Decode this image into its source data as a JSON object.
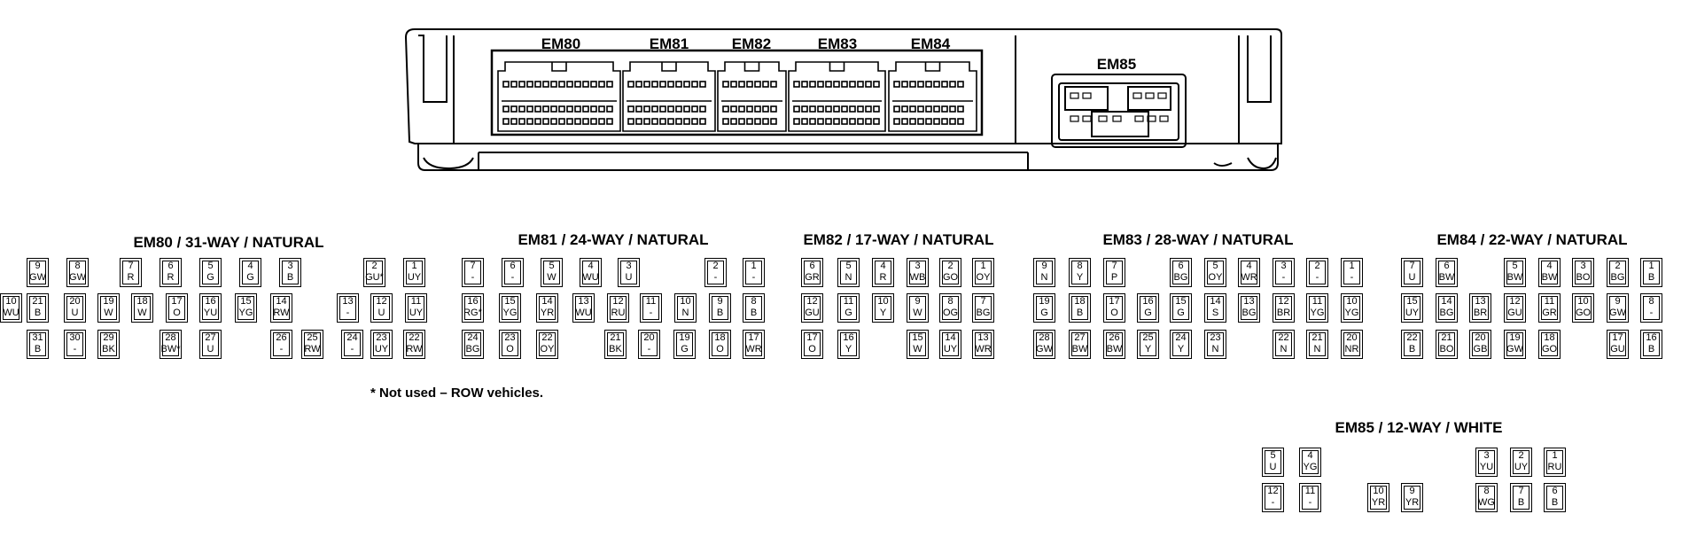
{
  "module_labels": [
    "EM80",
    "EM81",
    "EM82",
    "EM83",
    "EM84",
    "EM85"
  ],
  "footnote": "* Not used – ROW vehicles.",
  "connectors": [
    {
      "id": "em80",
      "title": "EM80 / 31-WAY / NATURAL",
      "rows": [
        [
          [
            "9",
            "GW"
          ],
          [
            "8",
            "GW"
          ],
          [
            "7",
            "R"
          ],
          [
            "6",
            "R"
          ],
          [
            "5",
            "G"
          ],
          [
            "4",
            "G"
          ],
          [
            "3",
            "B"
          ],
          [
            "2",
            "GU*"
          ],
          [
            "1",
            "UY"
          ]
        ],
        [
          [
            "21",
            "B"
          ],
          [
            "20",
            "U"
          ],
          [
            "19",
            "W"
          ],
          [
            "18",
            "W"
          ],
          [
            "17",
            "O"
          ],
          [
            "16",
            "YU"
          ],
          [
            "15",
            "YG"
          ],
          [
            "14",
            "RW"
          ],
          [
            "13",
            "-"
          ],
          [
            "12",
            "U"
          ],
          [
            "11",
            "UY"
          ],
          [
            "10",
            "WU"
          ]
        ],
        [
          [
            "31",
            "B"
          ],
          [
            "30",
            "-"
          ],
          [
            "29",
            "BK"
          ],
          [
            "28",
            "BW*"
          ],
          [
            "27",
            "U"
          ],
          [
            "26",
            "-"
          ],
          [
            "25",
            "RW"
          ],
          [
            "24",
            "-"
          ],
          [
            "23",
            "UY"
          ],
          [
            "22",
            "RW"
          ]
        ]
      ]
    },
    {
      "id": "em81",
      "title": "EM81 / 24-WAY / NATURAL",
      "rows": [
        [
          [
            "7",
            "-"
          ],
          [
            "6",
            "-"
          ],
          [
            "5",
            "W"
          ],
          [
            "4",
            "WU"
          ],
          [
            "3",
            "U"
          ],
          [
            "2",
            "-"
          ],
          [
            "1",
            "-"
          ]
        ],
        [
          [
            "16",
            "RG*"
          ],
          [
            "15",
            "YG"
          ],
          [
            "14",
            "YR"
          ],
          [
            "13",
            "WU"
          ],
          [
            "12",
            "RU"
          ],
          [
            "11",
            "-"
          ],
          [
            "10",
            "N"
          ],
          [
            "9",
            "B"
          ],
          [
            "8",
            "B"
          ]
        ],
        [
          [
            "24",
            "BG"
          ],
          [
            "23",
            "O"
          ],
          [
            "22",
            "OY"
          ],
          [
            "21",
            "BK"
          ],
          [
            "20",
            "-"
          ],
          [
            "19",
            "G"
          ],
          [
            "18",
            "O"
          ],
          [
            "17",
            "WR"
          ]
        ]
      ]
    },
    {
      "id": "em82",
      "title": "EM82 / 17-WAY / NATURAL",
      "rows": [
        [
          [
            "6",
            "GR"
          ],
          [
            "5",
            "N"
          ],
          [
            "4",
            "R"
          ],
          [
            "3",
            "WB"
          ],
          [
            "2",
            "GO"
          ],
          [
            "1",
            "OY"
          ]
        ],
        [
          [
            "12",
            "GU"
          ],
          [
            "11",
            "G"
          ],
          [
            "10",
            "Y"
          ],
          [
            "9",
            "W"
          ],
          [
            "8",
            "OG"
          ],
          [
            "7",
            "BG"
          ]
        ],
        [
          [
            "17",
            "O"
          ],
          [
            "16",
            "Y"
          ],
          [
            "15",
            "W"
          ],
          [
            "14",
            "UY"
          ],
          [
            "13",
            "WR"
          ]
        ]
      ]
    },
    {
      "id": "em83",
      "title": "EM83 / 28-WAY / NATURAL",
      "rows": [
        [
          [
            "9",
            "N"
          ],
          [
            "8",
            "Y"
          ],
          [
            "7",
            "P"
          ],
          [
            "6",
            "BG"
          ],
          [
            "5",
            "OY"
          ],
          [
            "4",
            "WR"
          ],
          [
            "3",
            "-"
          ],
          [
            "2",
            "-"
          ],
          [
            "1",
            "-"
          ]
        ],
        [
          [
            "19",
            "G"
          ],
          [
            "18",
            "B"
          ],
          [
            "17",
            "O"
          ],
          [
            "16",
            "G"
          ],
          [
            "15",
            "G"
          ],
          [
            "14",
            "S"
          ],
          [
            "13",
            "BG"
          ],
          [
            "12",
            "BR"
          ],
          [
            "11",
            "YG"
          ],
          [
            "10",
            "YG"
          ]
        ],
        [
          [
            "28",
            "GW"
          ],
          [
            "27",
            "BW"
          ],
          [
            "26",
            "BW"
          ],
          [
            "25",
            "Y"
          ],
          [
            "24",
            "Y"
          ],
          [
            "23",
            "N"
          ],
          [
            "22",
            "N"
          ],
          [
            "21",
            "N"
          ],
          [
            "20",
            "NR"
          ]
        ]
      ]
    },
    {
      "id": "em84",
      "title": "EM84 / 22-WAY / NATURAL",
      "rows": [
        [
          [
            "7",
            "U"
          ],
          [
            "6",
            "BW"
          ],
          [
            "5",
            "BW"
          ],
          [
            "4",
            "BW"
          ],
          [
            "3",
            "BO"
          ],
          [
            "2",
            "BG"
          ],
          [
            "1",
            "B"
          ]
        ],
        [
          [
            "15",
            "UY"
          ],
          [
            "14",
            "BG"
          ],
          [
            "13",
            "BR"
          ],
          [
            "12",
            "GU"
          ],
          [
            "11",
            "GR"
          ],
          [
            "10",
            "GO"
          ],
          [
            "9",
            "GW"
          ],
          [
            "8",
            "-"
          ]
        ],
        [
          [
            "22",
            "B"
          ],
          [
            "21",
            "BO"
          ],
          [
            "20",
            "GB"
          ],
          [
            "19",
            "GW"
          ],
          [
            "18",
            "GO"
          ],
          [
            "17",
            "GU"
          ],
          [
            "16",
            "B"
          ]
        ]
      ]
    },
    {
      "id": "em85",
      "title": "EM85 / 12-WAY / WHITE",
      "rows": [
        [
          [
            "5",
            "U"
          ],
          [
            "4",
            "YG"
          ],
          [
            "3",
            "YU"
          ],
          [
            "2",
            "UY"
          ],
          [
            "1",
            "RU"
          ]
        ],
        [
          [
            "12",
            "-"
          ],
          [
            "11",
            "-"
          ],
          [
            "10",
            "YR"
          ],
          [
            "9",
            "YR"
          ],
          [
            "8",
            "WG"
          ],
          [
            "7",
            "B"
          ],
          [
            "6",
            "B"
          ]
        ]
      ]
    }
  ]
}
